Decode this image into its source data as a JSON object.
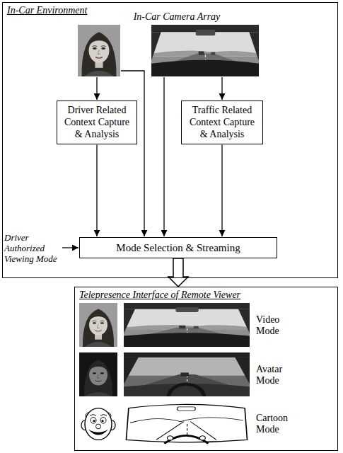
{
  "diagram": {
    "nodes": [
      {
        "text": [
          "In-Car Environment"
        ]
      },
      {
        "text": [
          "Driver Related Context Capture & Analysis"
        ],
        "in": 0
      },
      {
        "text": [
          "Traffic Related Context Capture & Analysis"
        ],
        "in": 0
      },
      {
        "text": [
          "Mode Selection & Streaming"
        ],
        "in": 0
      },
      {
        "text": [
          "Telepresence Interface of Remote Viewer"
        ]
      }
    ],
    "edges": [
      {
        "from": 1,
        "to": 3,
        "arrow": "to"
      },
      {
        "from": 2,
        "to": 3,
        "arrow": "to"
      },
      {
        "from": 3,
        "to": 4,
        "arrow": "to"
      }
    ],
    "labels": [
      "In-Car Camera Array",
      "Driver Authorized Viewing Mode",
      "Video Mode",
      "Avatar Mode",
      "Cartoon Mode"
    ]
  }
}
